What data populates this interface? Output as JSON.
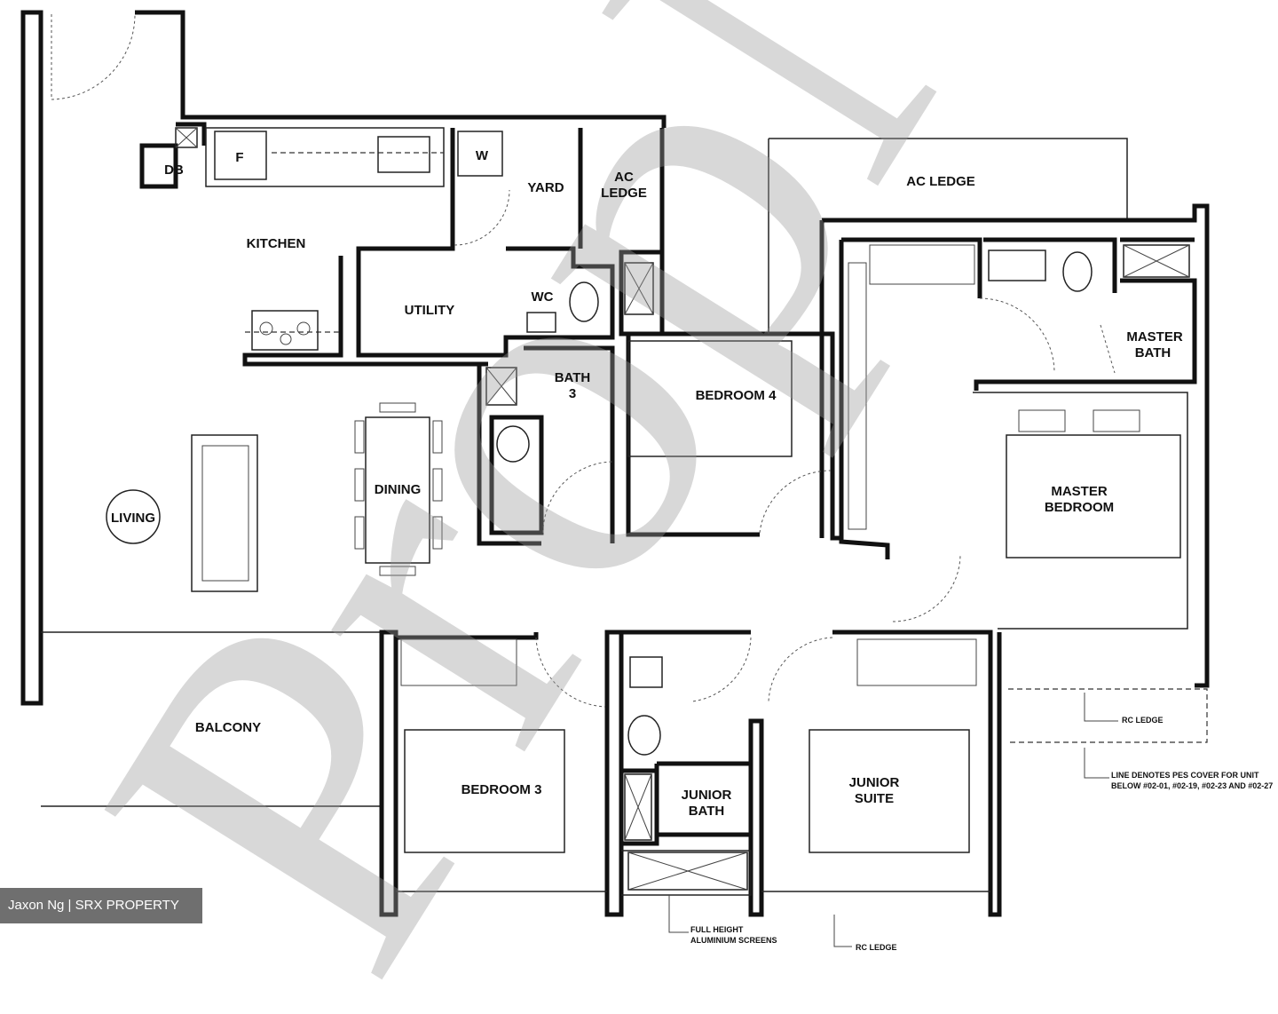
{
  "rooms": {
    "db": "DB",
    "f": "F",
    "w": "W",
    "yard": "YARD",
    "ac_ledge_1": "AC",
    "ac_ledge_2": "LEDGE",
    "ac_ledge_top": "AC LEDGE",
    "kitchen": "KITCHEN",
    "utility": "UTILITY",
    "wc": "WC",
    "bath3_1": "BATH",
    "bath3_2": "3",
    "bedroom4": "BEDROOM 4",
    "master_bath_1": "MASTER",
    "master_bath_2": "BATH",
    "master_bedroom_1": "MASTER",
    "master_bedroom_2": "BEDROOM",
    "living": "LIVING",
    "dining": "DINING",
    "balcony": "BALCONY",
    "bedroom3": "BEDROOM 3",
    "junior_bath_1": "JUNIOR",
    "junior_bath_2": "BATH",
    "junior_suite_1": "JUNIOR",
    "junior_suite_2": "SUITE"
  },
  "notes": {
    "rc_ledge_right": "RC LEDGE",
    "pes_line_1": "LINE DENOTES PES COVER FOR UNIT",
    "pes_line_2": "BELOW #02-01, #02-19, #02-23 AND #02-27",
    "screens_1": "FULL HEIGHT",
    "screens_2": "ALUMINIUM SCREENS",
    "rc_ledge_bottom": "RC LEDGE"
  },
  "watermark": "PropNex",
  "credit": "Jaxon Ng | SRX PROPERTY"
}
